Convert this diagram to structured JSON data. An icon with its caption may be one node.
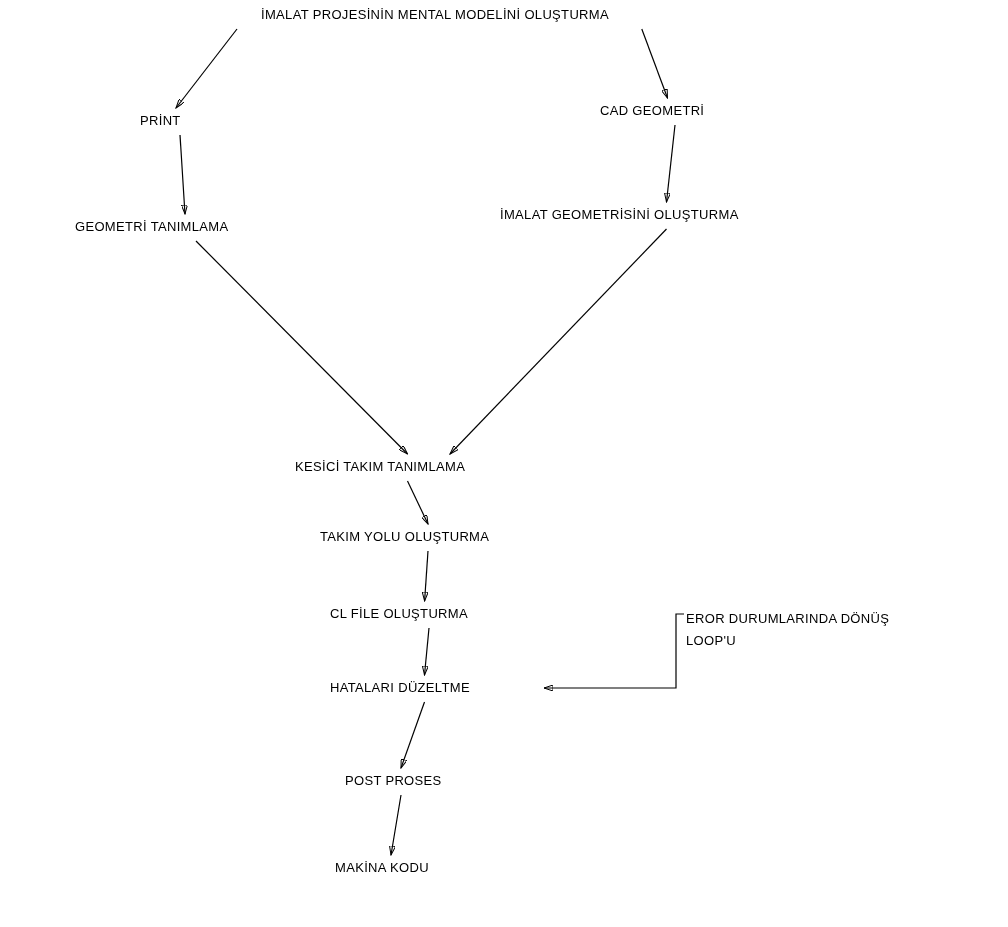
{
  "diagram": {
    "nodes": [
      {
        "text": [
          "İMALAT PROJESİNİN MENTAL MODELİNİ OLUŞTURMA"
        ]
      },
      {
        "text": [
          "PRİNT"
        ]
      },
      {
        "text": [
          "CAD GEOMETRİ"
        ]
      },
      {
        "text": [
          "GEOMETRİ TANIMLAMA"
        ]
      },
      {
        "text": [
          "İMALAT GEOMETRİSİNİ OLUŞTURMA"
        ]
      },
      {
        "text": [
          "KESİCİ TAKIM TANIMLAMA"
        ]
      },
      {
        "text": [
          "TAKIM YOLU OLUŞTURMA"
        ]
      },
      {
        "text": [
          "CL FİLE OLUŞTURMA"
        ]
      },
      {
        "text": [
          "HATALARI DÜZELTME"
        ]
      },
      {
        "text": [
          "EROR DURUMLARINDA DÖNÜŞ LOOP'U"
        ]
      },
      {
        "text": [
          "POST PROSES"
        ]
      },
      {
        "text": [
          "MAKİNA KODU"
        ]
      }
    ],
    "edges": [
      {
        "from": 0,
        "to": 1,
        "arrow": "to"
      },
      {
        "from": 0,
        "to": 2,
        "arrow": "to"
      },
      {
        "from": 1,
        "to": 3,
        "arrow": "to"
      },
      {
        "from": 2,
        "to": 4,
        "arrow": "to"
      },
      {
        "from": 3,
        "to": 5,
        "arrow": "to"
      },
      {
        "from": 4,
        "to": 5,
        "arrow": "to"
      },
      {
        "from": 5,
        "to": 6,
        "arrow": "to"
      },
      {
        "from": 6,
        "to": 7,
        "arrow": "to"
      },
      {
        "from": 7,
        "to": 8,
        "arrow": "to"
      },
      {
        "from": 9,
        "to": 8,
        "arrow": "to"
      },
      {
        "from": 8,
        "to": 10,
        "arrow": "to"
      },
      {
        "from": 10,
        "to": 11,
        "arrow": "to"
      }
    ]
  }
}
